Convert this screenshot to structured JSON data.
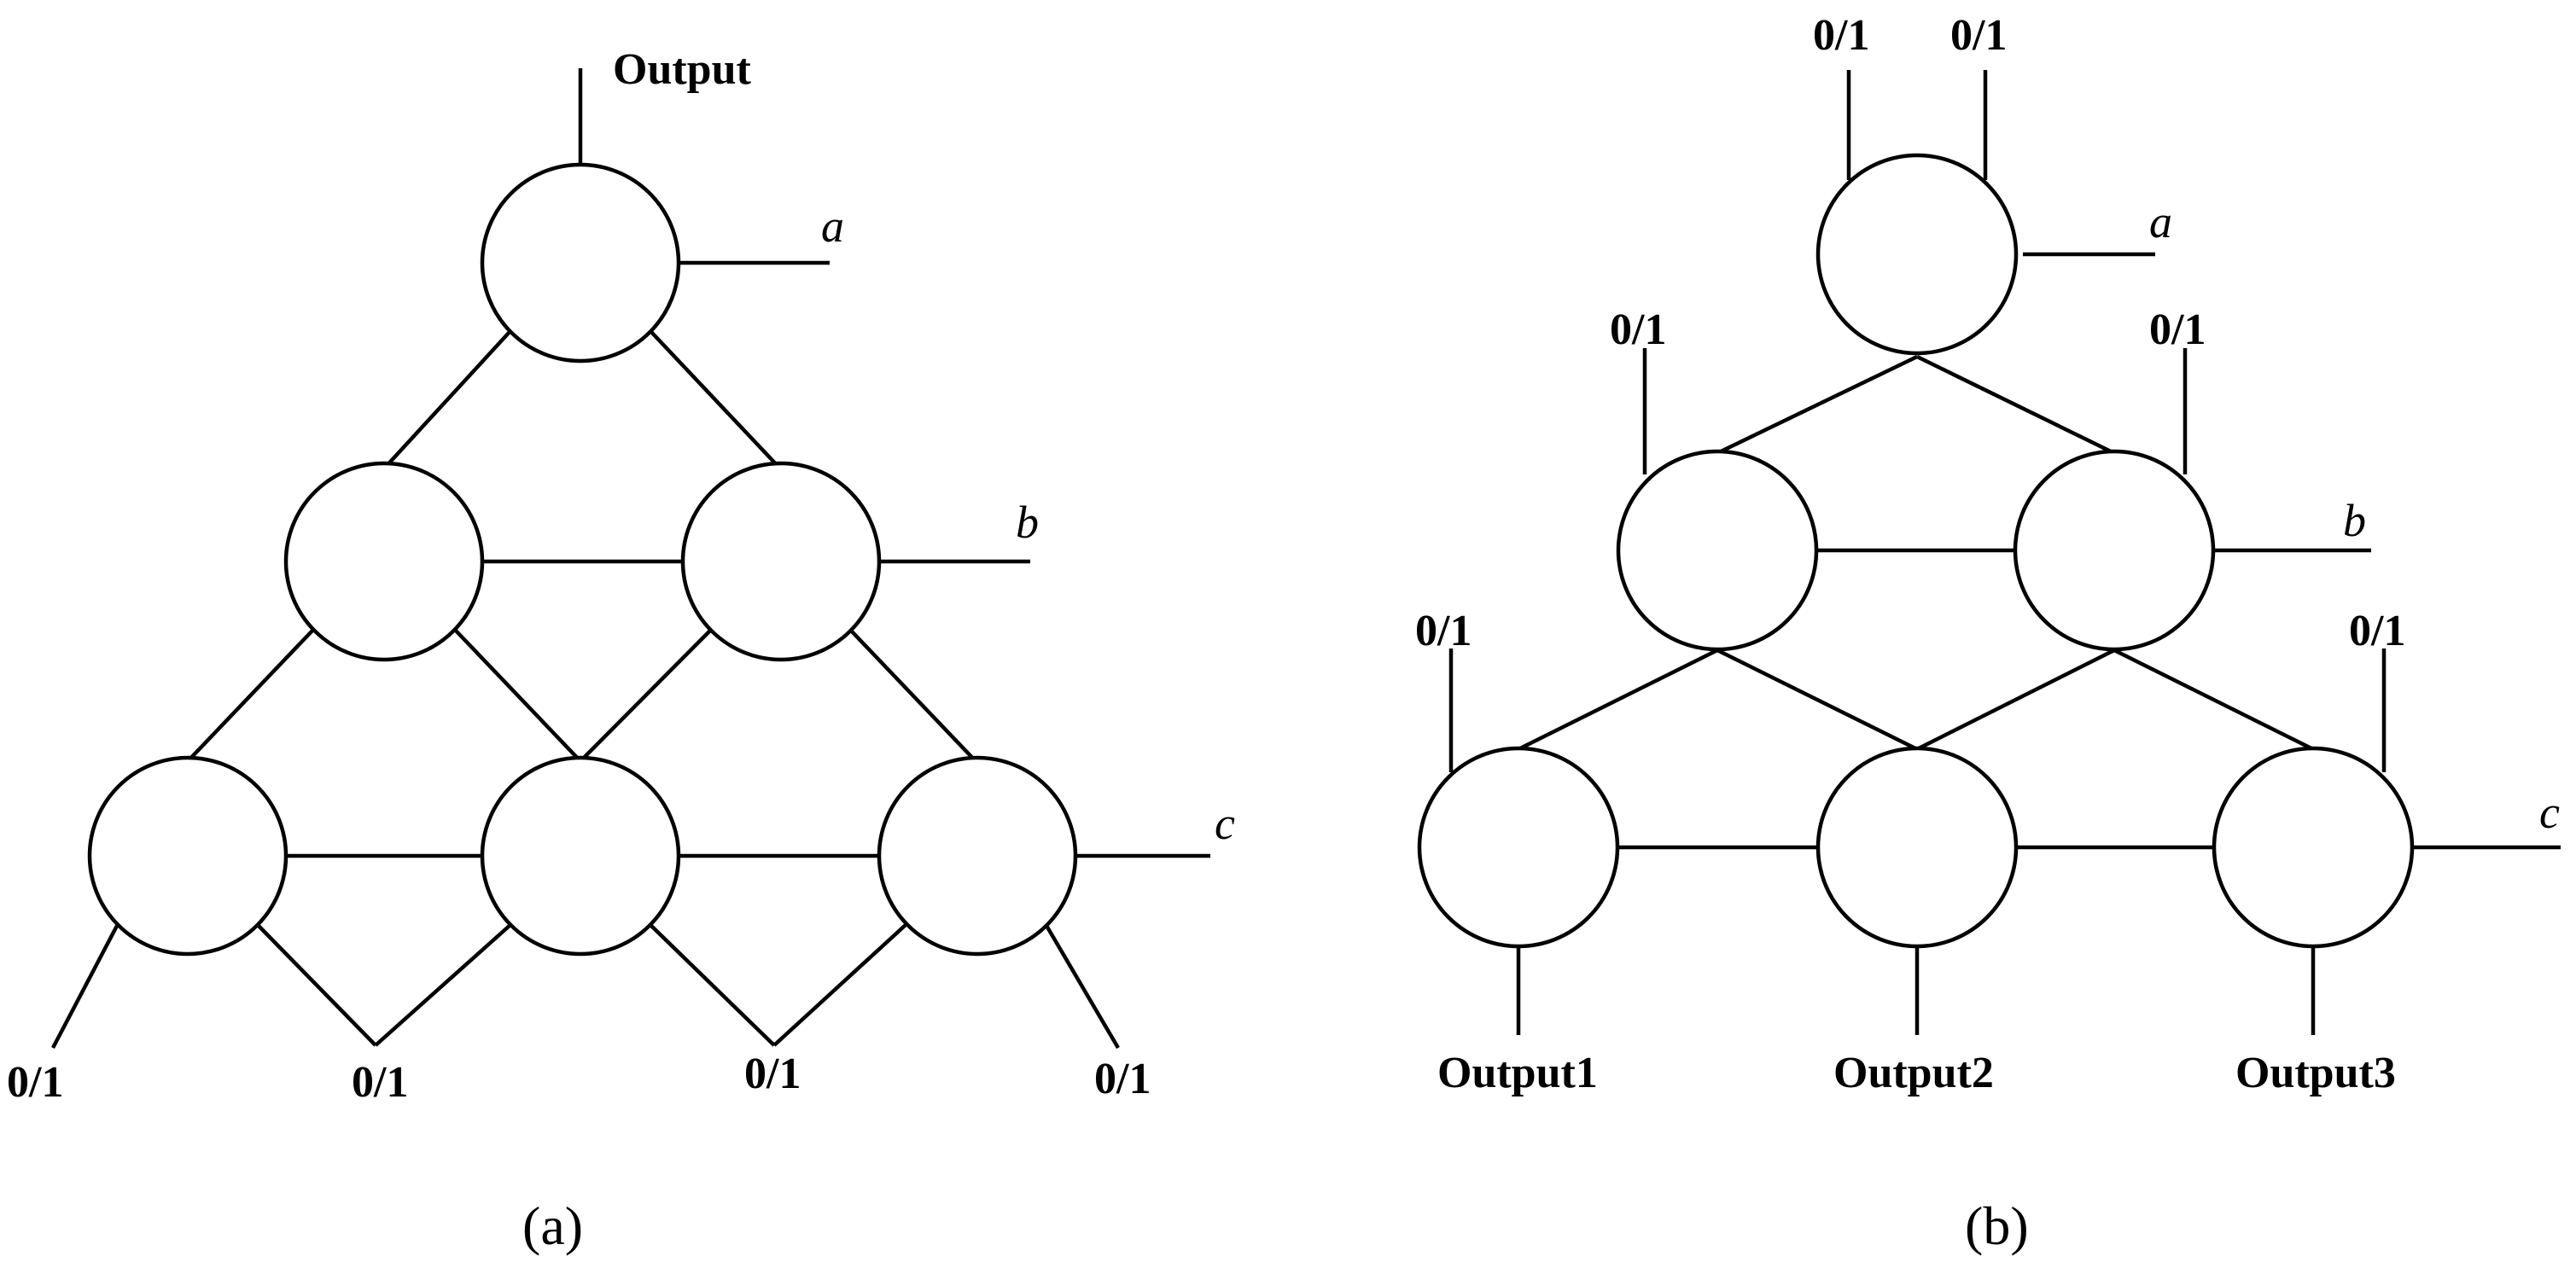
{
  "diagram_a": {
    "caption": "(a)",
    "output_label": "Output",
    "var_a": "a",
    "var_b": "b",
    "var_c": "c",
    "bit_labels": [
      "0/1",
      "0/1",
      "0/1",
      "0/1"
    ]
  },
  "diagram_b": {
    "caption": "(b)",
    "var_a": "a",
    "var_b": "b",
    "var_c": "c",
    "top_bits": [
      "0/1",
      "0/1"
    ],
    "mid_bits": [
      "0/1",
      "0/1"
    ],
    "low_bits": [
      "0/1",
      "0/1"
    ],
    "outputs": [
      "Output1",
      "Output2",
      "Output3"
    ]
  }
}
